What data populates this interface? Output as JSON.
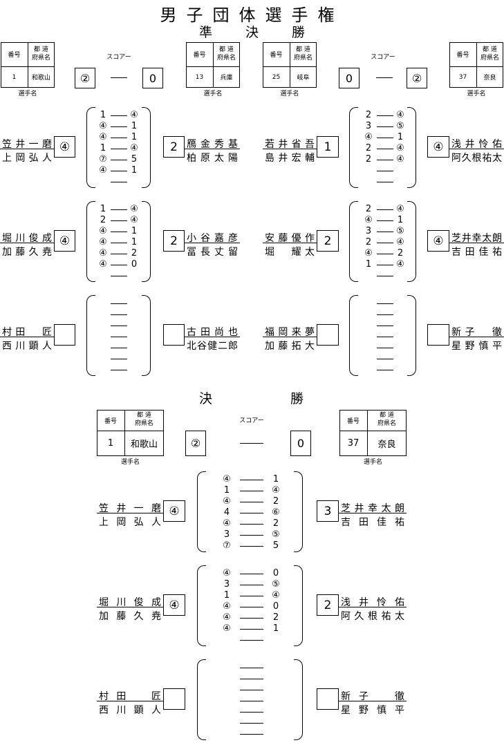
{
  "title": "男子団体選手権",
  "labels": {
    "number": "番号",
    "prefecture": "都 道\n府県名",
    "score": "スコアー",
    "players": "選手名",
    "dash": "—"
  },
  "semifinal": {
    "title_chars": [
      "準",
      "決",
      "勝"
    ],
    "matches": [
      {
        "team_a": {
          "number": "1",
          "prefecture": "和歌山"
        },
        "team_b": {
          "number": "13",
          "prefecture": "兵庫"
        },
        "score_a": "②",
        "score_b": "0",
        "bouts": [
          {
            "a_names": [
              "笠井一磨",
              "上岡弘人"
            ],
            "a_result": "④",
            "b_names": [
              "鴈金秀基",
              "柏原太陽"
            ],
            "b_result": "2",
            "games": [
              [
                "1",
                "④"
              ],
              [
                "④",
                "1"
              ],
              [
                "④",
                "1"
              ],
              [
                "1",
                "④"
              ],
              [
                "⑦",
                "5"
              ],
              [
                "④",
                "1"
              ],
              [
                "",
                ""
              ]
            ]
          },
          {
            "a_names": [
              "堀川俊成",
              "加藤久尭"
            ],
            "a_result": "④",
            "b_names": [
              "小谷嘉彦",
              "冨長丈留"
            ],
            "b_result": "2",
            "games": [
              [
                "1",
                "④"
              ],
              [
                "2",
                "④"
              ],
              [
                "④",
                "1"
              ],
              [
                "④",
                "1"
              ],
              [
                "④",
                "2"
              ],
              [
                "④",
                "0"
              ],
              [
                "",
                ""
              ]
            ]
          },
          {
            "a_names": [
              "村田　匠",
              "西川顕人"
            ],
            "a_result": "",
            "b_names": [
              "古田尚也",
              "北谷健二郎"
            ],
            "b_result": "",
            "games": [
              [
                "",
                ""
              ],
              [
                "",
                ""
              ],
              [
                "",
                ""
              ],
              [
                "",
                ""
              ],
              [
                "",
                ""
              ],
              [
                "",
                ""
              ],
              [
                "",
                ""
              ]
            ]
          }
        ]
      },
      {
        "team_a": {
          "number": "25",
          "prefecture": "岐阜"
        },
        "team_b": {
          "number": "37",
          "prefecture": "奈良"
        },
        "score_a": "0",
        "score_b": "②",
        "bouts": [
          {
            "a_names": [
              "若井省吾",
              "島井宏輔"
            ],
            "a_result": "1",
            "b_names": [
              "浅井怜佑",
              "阿久根祐太"
            ],
            "b_result": "④",
            "games": [
              [
                "2",
                "④"
              ],
              [
                "3",
                "⑤"
              ],
              [
                "④",
                "1"
              ],
              [
                "2",
                "④"
              ],
              [
                "2",
                "④"
              ],
              [
                "",
                ""
              ],
              [
                "",
                ""
              ]
            ]
          },
          {
            "a_names": [
              "安藤優作",
              "堀　耀太"
            ],
            "a_result": "2",
            "b_names": [
              "芝井幸太朗",
              "吉田佳祐"
            ],
            "b_result": "④",
            "games": [
              [
                "2",
                "④"
              ],
              [
                "④",
                "1"
              ],
              [
                "3",
                "⑤"
              ],
              [
                "2",
                "④"
              ],
              [
                "④",
                "2"
              ],
              [
                "1",
                "④"
              ],
              [
                "",
                ""
              ]
            ]
          },
          {
            "a_names": [
              "福岡来夢",
              "加藤拓大"
            ],
            "a_result": "",
            "b_names": [
              "新子　徹",
              "星野慎平"
            ],
            "b_result": "",
            "games": [
              [
                "",
                ""
              ],
              [
                "",
                ""
              ],
              [
                "",
                ""
              ],
              [
                "",
                ""
              ],
              [
                "",
                ""
              ],
              [
                "",
                ""
              ],
              [
                "",
                ""
              ]
            ]
          }
        ]
      }
    ]
  },
  "final": {
    "title_chars": [
      "決",
      "勝"
    ],
    "match": {
      "team_a": {
        "number": "1",
        "prefecture": "和歌山"
      },
      "team_b": {
        "number": "37",
        "prefecture": "奈良"
      },
      "score_a": "②",
      "score_b": "0",
      "bouts": [
        {
          "a_names": [
            "笠井一磨",
            "上岡弘人"
          ],
          "a_result": "④",
          "b_names": [
            "芝井幸太朗",
            "吉田佳祐"
          ],
          "b_result": "3",
          "games": [
            [
              "④",
              "1"
            ],
            [
              "1",
              "④"
            ],
            [
              "④",
              "2"
            ],
            [
              "4",
              "⑥"
            ],
            [
              "④",
              "2"
            ],
            [
              "3",
              "⑤"
            ],
            [
              "⑦",
              "5"
            ]
          ]
        },
        {
          "a_names": [
            "堀川俊成",
            "加藤久尭"
          ],
          "a_result": "④",
          "b_names": [
            "浅井怜佑",
            "阿久根祐太"
          ],
          "b_result": "2",
          "games": [
            [
              "④",
              "0"
            ],
            [
              "3",
              "⑤"
            ],
            [
              "1",
              "④"
            ],
            [
              "④",
              "0"
            ],
            [
              "④",
              "2"
            ],
            [
              "④",
              "1"
            ],
            [
              "",
              ""
            ]
          ]
        },
        {
          "a_names": [
            "村田　匠",
            "西川顕人"
          ],
          "a_result": "",
          "b_names": [
            "新子　徹",
            "星野慎平"
          ],
          "b_result": "",
          "games": [
            [
              "",
              ""
            ],
            [
              "",
              ""
            ],
            [
              "",
              ""
            ],
            [
              "",
              ""
            ],
            [
              "",
              ""
            ],
            [
              "",
              ""
            ],
            [
              "",
              ""
            ]
          ]
        }
      ]
    }
  }
}
